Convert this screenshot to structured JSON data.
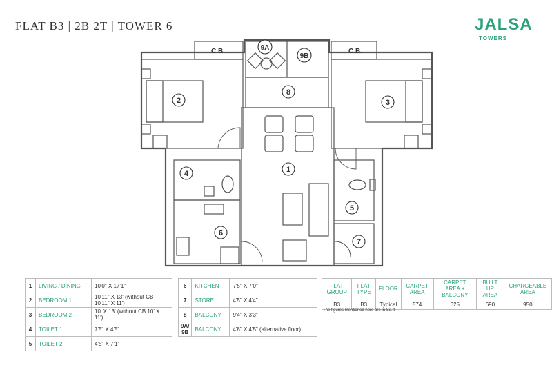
{
  "header": {
    "title": "FLAT B3 | 2B 2T | TOWER 6"
  },
  "logo": {
    "name": "JALSA",
    "sub": "TOWERS"
  },
  "plan": {
    "labels": {
      "cb_left": "C.B.",
      "cb_right": "C.B."
    },
    "markers": [
      "1",
      "2",
      "3",
      "4",
      "5",
      "6",
      "7",
      "8",
      "9A",
      "9B"
    ]
  },
  "rooms_left": [
    {
      "num": "1",
      "name": "LIVING / DINING",
      "size": "10'0\" X 17'1\""
    },
    {
      "num": "2",
      "name": "BEDROOM 1",
      "size": "10'11\" X 13' (without CB 10'11\" X 11')"
    },
    {
      "num": "3",
      "name": "BEDROOM 2",
      "size": "10' X 13' (without CB 10' X 11')"
    },
    {
      "num": "4",
      "name": "TOILET 1",
      "size": "7'5\" X 4'5\""
    },
    {
      "num": "5",
      "name": "TOILET 2",
      "size": "4'5\" X 7'1\""
    }
  ],
  "rooms_right": [
    {
      "num": "6",
      "name": "KITCHEN",
      "size": "7'5\" X 7'0\""
    },
    {
      "num": "7",
      "name": "STORE",
      "size": "4'5\" X 4'4\""
    },
    {
      "num": "8",
      "name": "BALCONY",
      "size": "9'4\" X 3'3\""
    },
    {
      "num": "9A/ 9B",
      "name": "BALCONY",
      "size": "4'8\" X 4'5\" (alternative floor)"
    }
  ],
  "area_table": {
    "headers": [
      "FLAT GROUP",
      "FLAT TYPE",
      "FLOOR",
      "CARPET AREA",
      "CARPET AREA + BALCONY",
      "BUILT UP AREA",
      "CHARGEABLE AREA"
    ],
    "row": [
      "B3",
      "B3",
      "Typical",
      "574",
      "625",
      "690",
      "950"
    ],
    "note": "The figures mentioned here are in Sq.ft."
  },
  "colors": {
    "accent": "#2aa37a",
    "wall": "#555555"
  }
}
